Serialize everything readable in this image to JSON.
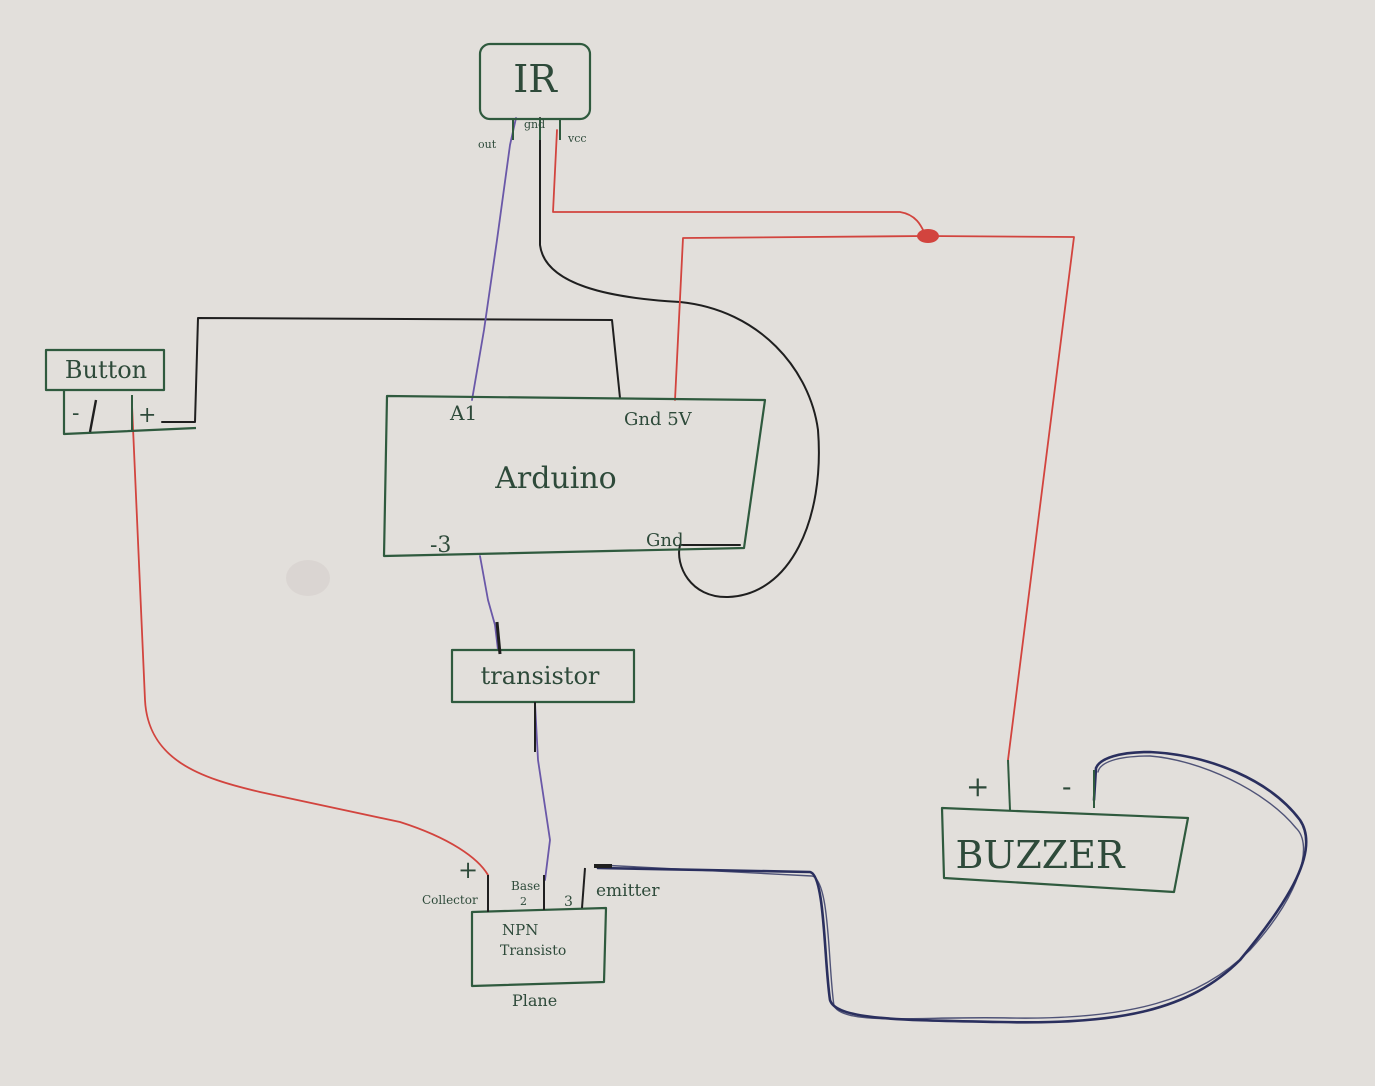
{
  "components": {
    "ir": {
      "label": "IR",
      "pins": {
        "out": "out",
        "gnd": "gnd",
        "vcc": "vcc"
      }
    },
    "button": {
      "label": "Button",
      "pins": {
        "minus": "-",
        "plus": "+"
      }
    },
    "arduino": {
      "label": "Arduino",
      "pins": {
        "a1": "A1",
        "gnd5v": "Gnd 5V",
        "d3": "-3",
        "gnd": "Gnd"
      }
    },
    "transistor_box": {
      "label": "transistor"
    },
    "npn": {
      "label_line1": "NPN",
      "label_line2": "Transisto",
      "below": "Plane",
      "pins": {
        "collector_sign": "+",
        "collector": "Collector",
        "base": "Base",
        "base_num": "2",
        "emitter_num": "3",
        "emitter": "emitter"
      }
    },
    "buzzer": {
      "label": "BUZZER",
      "pins": {
        "plus": "+",
        "minus": "-"
      }
    }
  },
  "colors": {
    "paper": "#e6e4e0",
    "ink_green": "#2f5a3e",
    "wire_black": "#1f1f1f",
    "wire_red": "#d2443e",
    "wire_purple": "#6a58a8",
    "wire_navy": "#2a2f5e"
  }
}
